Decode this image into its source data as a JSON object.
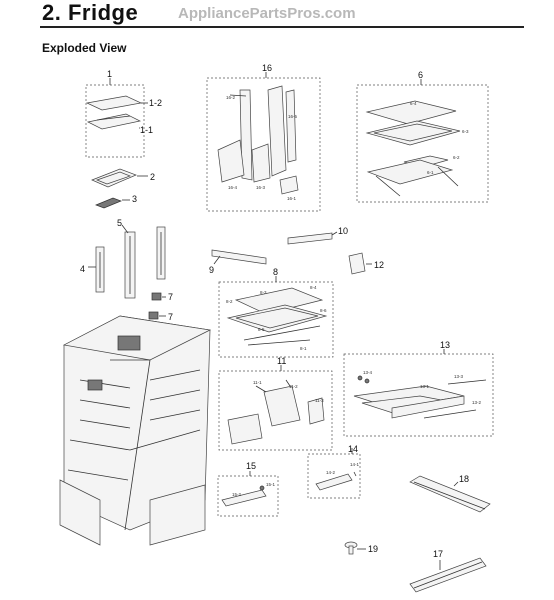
{
  "header": {
    "title": "2.  Fridge",
    "watermark": "AppliancePartsPros.com",
    "section": "Exploded View"
  },
  "callouts": {
    "c1": "1",
    "c1_2": "1-2",
    "c1_1": "1-1",
    "c2": "2",
    "c3": "3",
    "c4": "4",
    "c5": "5",
    "c7a": "7",
    "c7b": "7",
    "c6": "6",
    "c16": "16",
    "c10": "10",
    "c9": "9",
    "c12": "12",
    "c8": "8",
    "c11": "11",
    "c13": "13",
    "c14": "14",
    "c15": "15",
    "c18": "18",
    "c17": "17",
    "c19": "19"
  },
  "sublabels": {
    "s16_1": "16-1",
    "s16_2": "16-2",
    "s16_3": "16-3",
    "s16_4": "16-4",
    "s16_5": "16-5",
    "s6_1": "6-1",
    "s6_2": "6-2",
    "s6_3": "6-3",
    "s6_4": "6-4",
    "s8_1": "8-1",
    "s8_2": "8-2",
    "s8_3": "8-3",
    "s8_4": "8-4",
    "s8_5": "8-5",
    "s8_6": "8-6",
    "s11_1": "11-1",
    "s11_2": "11-2",
    "s11_3": "11-3",
    "s13_1": "13-1",
    "s13_2": "13-2",
    "s13_3": "13-3",
    "s13_4": "13-4",
    "s14_1": "14-1",
    "s14_2": "14-2",
    "s15_1": "15-1",
    "s15_2": "15-2"
  }
}
